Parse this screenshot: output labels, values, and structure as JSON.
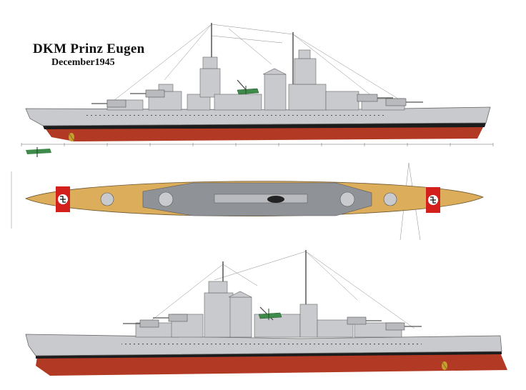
{
  "plate": {
    "title": "DKM Prinz Eugen",
    "subtitle": "December1945"
  },
  "colors": {
    "hull_grey": "#c9cacd",
    "hull_dark": "#9a9ca0",
    "anti_fouling": "#b23a24",
    "waterline": "#1c1c1c",
    "deck_wood": "#dcad5a",
    "deck_grey": "#8f9398",
    "flag_red": "#d4201c",
    "aircraft_green": "#3e8a4a",
    "propeller": "#c7a030"
  },
  "views": [
    "starboard-profile",
    "plan-view",
    "port-profile"
  ]
}
